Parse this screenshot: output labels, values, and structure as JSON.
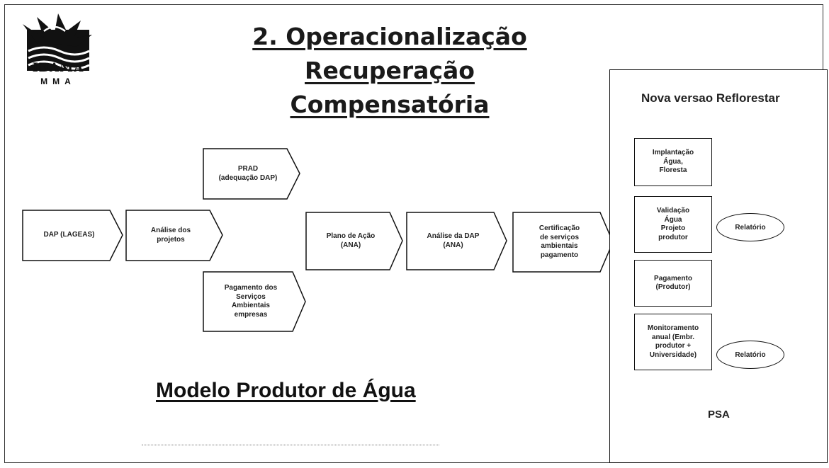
{
  "logo": {
    "name": "IBAMA",
    "sub": "MMA"
  },
  "title": {
    "line1": "2. Operacionalização Recuperação",
    "line2": "Compensatória"
  },
  "flow": {
    "step1": "DAP (LAGEAS)",
    "step2": "Análise dos\nprojetos",
    "step3_top": "PRAD\n(adequação DAP)",
    "step3_bottom": "Pagamento dos\nServiços\nAmbientais\nempresas",
    "step4": "Plano de Ação\n(ANA)",
    "step5": "Análise da DAP\n(ANA)",
    "step6": "Certificação\nde serviços\nambientais\npagamento"
  },
  "model_title": "Modelo Produtor de Água",
  "panel": {
    "title": "Nova versao Reflorestar",
    "box1": "Implantação\nÁgua,\nFloresta",
    "box2": "Validação\nÁgua\nProjeto\nprodutor",
    "box3": "Pagamento\n(Produtor)",
    "box4": "Monitoramento\nanual (Embr.\nprodutor +\nUniversidade)",
    "ellipse1": "Relatório",
    "ellipse2": "Relatório",
    "footer": "PSA"
  }
}
